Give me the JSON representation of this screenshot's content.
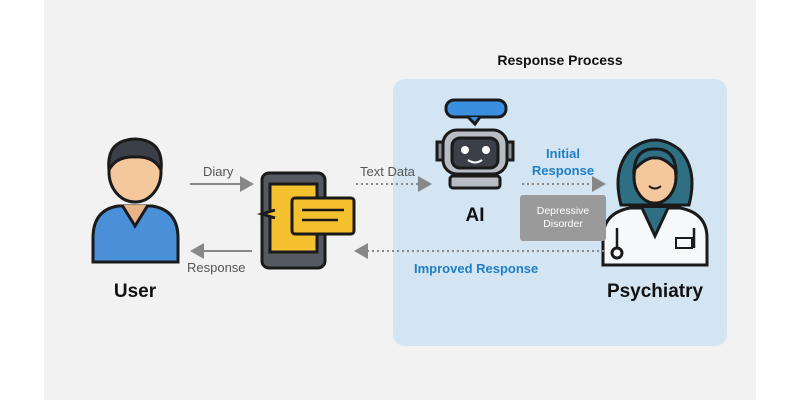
{
  "process": {
    "title": "Response Process"
  },
  "nodes": {
    "user": "User",
    "ai": "AI",
    "psychiatry": "Psychiatry"
  },
  "edges": {
    "diary": "Diary",
    "response": "Response",
    "text_data": "Text Data",
    "initial_response_line1": "Initial",
    "initial_response_line2": "Response",
    "improved_response": "Improved Response"
  },
  "diagnosis": {
    "line1": "Depressive",
    "line2": "Disorder"
  },
  "colors": {
    "accent_blue": "#1f7fc6",
    "process_bg": "#d3e5f3",
    "phone_yellow": "#f6c12f",
    "shirt_blue": "#4a90d9"
  }
}
